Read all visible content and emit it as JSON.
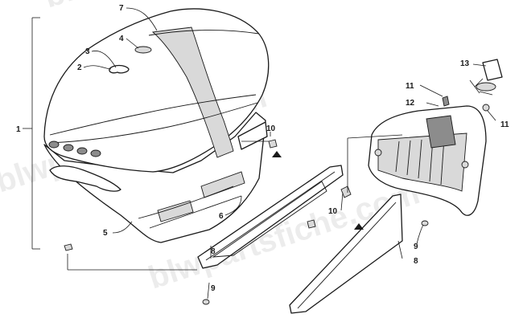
{
  "watermark": "blwpartsfiche.com",
  "callouts": {
    "c1": "1",
    "c2": "2",
    "c3": "3",
    "c4": "4",
    "c5": "5",
    "c6": "6",
    "c7": "7",
    "c8a": "8",
    "c8b": "8",
    "c9a": "9",
    "c9b": "9",
    "c10a": "10",
    "c10b": "10",
    "c11a": "11",
    "c11b": "11",
    "c12": "12",
    "c13": "13"
  }
}
